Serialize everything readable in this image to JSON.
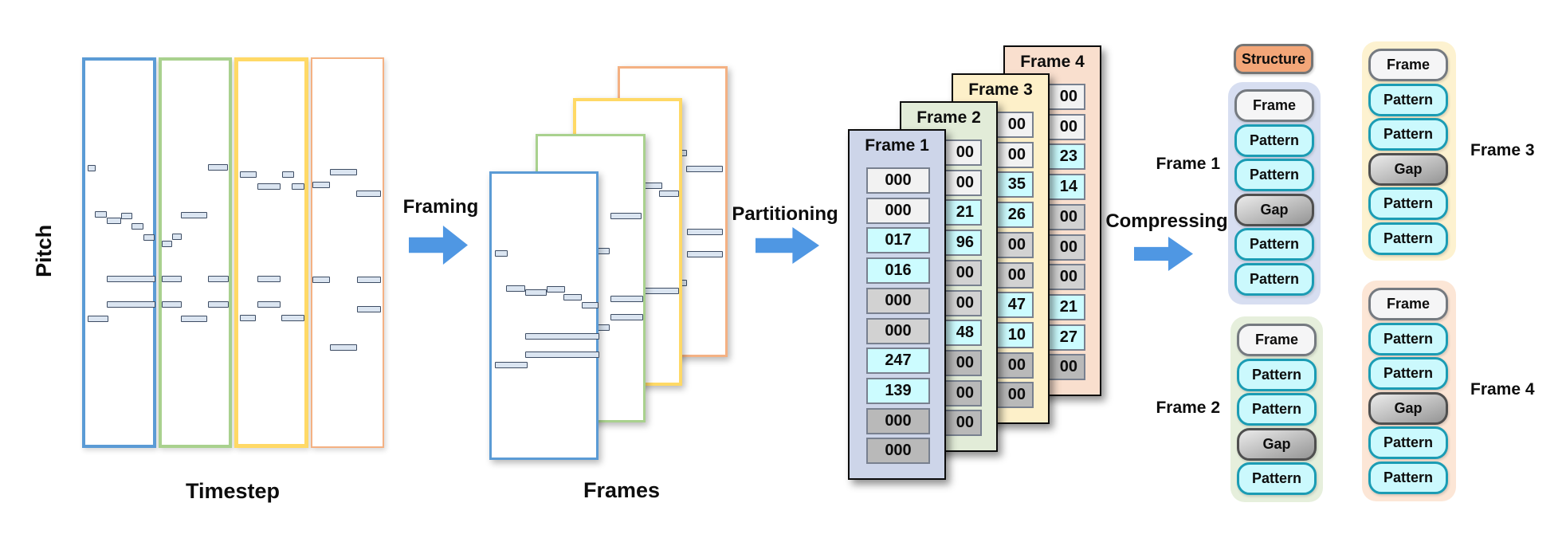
{
  "piano_roll": {
    "ylabel": "Pitch",
    "xlabel": "Timestep",
    "frames": [
      {
        "name": "frame-1",
        "border": "#5B9BD5",
        "notes": [
          [
            3.2,
            27.1,
            11.8
          ],
          [
            14,
            39.2,
            18.3
          ],
          [
            32.3,
            40.8,
            20.4
          ],
          [
            52.7,
            39.6,
            17.2
          ],
          [
            68.8,
            42.4,
            17.2
          ],
          [
            86,
            45.3,
            16
          ],
          [
            32.3,
            56.1,
            71
          ],
          [
            32.3,
            62.7,
            71
          ],
          [
            3.2,
            66.3,
            31.2
          ]
        ]
      },
      {
        "name": "frame-2",
        "border": "#A9D18E",
        "notes": [
          [
            0,
            46.9,
            15
          ],
          [
            15,
            45.1,
            15
          ],
          [
            28,
            39.4,
            40
          ],
          [
            68.8,
            26.9,
            30
          ],
          [
            0,
            56.1,
            30
          ],
          [
            68.8,
            56.1,
            31
          ],
          [
            0,
            62.7,
            30
          ],
          [
            68.8,
            62.7,
            31
          ],
          [
            29,
            66.3,
            39
          ]
        ]
      },
      {
        "name": "frame-3",
        "border": "#FFD966",
        "notes": [
          [
            2.2,
            28.8,
            25.8
          ],
          [
            29,
            31.8,
            34.4
          ],
          [
            66.7,
            28.8,
            17.2
          ],
          [
            80.6,
            31.8,
            19.4
          ],
          [
            29,
            56.1,
            34.4
          ],
          [
            29,
            62.7,
            34.4
          ],
          [
            2.2,
            66.3,
            24.7
          ],
          [
            65.6,
            66.3,
            34.4
          ]
        ]
      },
      {
        "name": "frame-4",
        "border": "#F4B183",
        "notes": [
          [
            0,
            31.6,
            25
          ],
          [
            25,
            28.4,
            39
          ],
          [
            63,
            33.9,
            35
          ],
          [
            0,
            56.1,
            25
          ],
          [
            64,
            56.1,
            34
          ],
          [
            64,
            63.7,
            34
          ],
          [
            25,
            73.7,
            39
          ]
        ]
      }
    ]
  },
  "process": {
    "steps": [
      {
        "label": "Framing"
      },
      {
        "label": "Partitioning"
      },
      {
        "label": "Compressing"
      }
    ]
  },
  "frames_label": "Frames",
  "tables": [
    {
      "header": "Frame 1",
      "bg": "#cdd5e9",
      "cells": [
        {
          "v": "000",
          "c": "white"
        },
        {
          "v": "000",
          "c": "white"
        },
        {
          "v": "017",
          "c": "cyan"
        },
        {
          "v": "016",
          "c": "cyan"
        },
        {
          "v": "000",
          "c": "gray"
        },
        {
          "v": "000",
          "c": "gray"
        },
        {
          "v": "247",
          "c": "cyan"
        },
        {
          "v": "139",
          "c": "cyan"
        },
        {
          "v": "000",
          "c": "dark"
        },
        {
          "v": "000",
          "c": "dark"
        }
      ]
    },
    {
      "header": "Frame 2",
      "bg": "#e2ecd8",
      "cells": [
        {
          "v": "00",
          "c": "white"
        },
        {
          "v": "00",
          "c": "white"
        },
        {
          "v": "21",
          "c": "cyan"
        },
        {
          "v": "96",
          "c": "cyan"
        },
        {
          "v": "00",
          "c": "gray"
        },
        {
          "v": "00",
          "c": "gray"
        },
        {
          "v": "48",
          "c": "cyan"
        },
        {
          "v": "00",
          "c": "dark"
        },
        {
          "v": "00",
          "c": "dark"
        },
        {
          "v": "00",
          "c": "dark"
        }
      ]
    },
    {
      "header": "Frame 3",
      "bg": "#fdf0c9",
      "cells": [
        {
          "v": "00",
          "c": "white"
        },
        {
          "v": "00",
          "c": "white"
        },
        {
          "v": "35",
          "c": "cyan"
        },
        {
          "v": "26",
          "c": "cyan"
        },
        {
          "v": "00",
          "c": "gray"
        },
        {
          "v": "00",
          "c": "gray"
        },
        {
          "v": "47",
          "c": "cyan"
        },
        {
          "v": "10",
          "c": "cyan"
        },
        {
          "v": "00",
          "c": "dark"
        },
        {
          "v": "00",
          "c": "dark"
        }
      ]
    },
    {
      "header": "Frame 4",
      "bg": "#f9dfce",
      "cells": [
        {
          "v": "00",
          "c": "white"
        },
        {
          "v": "00",
          "c": "white"
        },
        {
          "v": "23",
          "c": "cyan"
        },
        {
          "v": "14",
          "c": "cyan"
        },
        {
          "v": "00",
          "c": "gray"
        },
        {
          "v": "00",
          "c": "gray"
        },
        {
          "v": "00",
          "c": "gray"
        },
        {
          "v": "21",
          "c": "cyan"
        },
        {
          "v": "27",
          "c": "cyan"
        },
        {
          "v": "00",
          "c": "dark"
        }
      ]
    }
  ],
  "structure": {
    "title": "Structure",
    "groups": [
      {
        "label": "Frame 1",
        "bg": "#d7def1",
        "items": [
          "Frame",
          "Pattern",
          "Pattern",
          "Gap",
          "Pattern",
          "Pattern"
        ]
      },
      {
        "label": "Frame 2",
        "bg": "#e6efdc",
        "items": [
          "Frame",
          "Pattern",
          "Pattern",
          "Gap",
          "Pattern"
        ]
      },
      {
        "label": "Frame 3",
        "bg": "#fdf2d0",
        "items": [
          "Frame",
          "Pattern",
          "Pattern",
          "Gap",
          "Pattern",
          "Pattern"
        ]
      },
      {
        "label": "Frame 4",
        "bg": "#fce6d6",
        "items": [
          "Frame",
          "Pattern",
          "Pattern",
          "Gap",
          "Pattern",
          "Pattern"
        ]
      }
    ]
  },
  "colors": {
    "arrow": "#4f97e3",
    "note_fill": "#dbe5f1",
    "note_border": "#3d4c63",
    "table_border": "#0b0b0b",
    "cell_border": "#78808f",
    "cell_white": "#f2f2f2",
    "cell_cyan": "#ccfcff",
    "cell_gray": "#d2d2d2",
    "cell_dark": "#b9b9b9",
    "chip_frame_bg": "#f5f5f6",
    "chip_frame_border": "#757a80",
    "chip_pattern_bg": "#cbf9fd",
    "chip_pattern_border": "#1b9cb4",
    "chip_gap_top": "#e2e2e2",
    "chip_gap_bottom": "#999999",
    "chip_gap_border": "#4f4f4f",
    "structure_bg": "#f3a678",
    "structure_border": "#757575"
  }
}
